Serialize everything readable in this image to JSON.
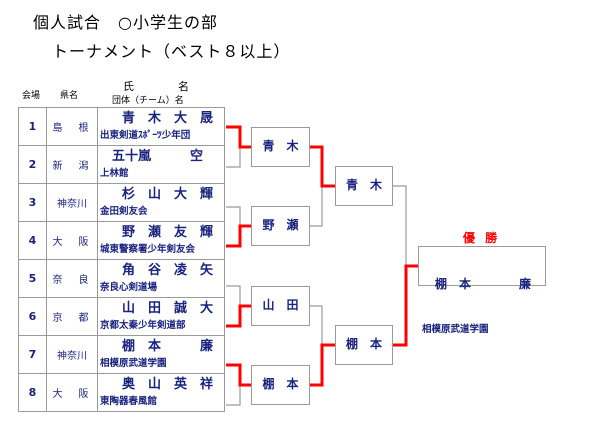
{
  "title": {
    "line1": "個人試合　○小学生の部",
    "line2": "トーナメント（ベスト８以上）"
  },
  "headers": {
    "venue": "会場",
    "prefecture": "県名",
    "name": "氏　　　　名",
    "team": "団体（チーム）名"
  },
  "entries": [
    {
      "venue": "1",
      "prefecture": "島　根",
      "name": "青　木　大　晟",
      "team": "出東剣道ｽﾎﾟｰﾂ少年団"
    },
    {
      "venue": "2",
      "prefecture": "新　潟",
      "name": "五十嵐　　　空",
      "team": "上林館"
    },
    {
      "venue": "3",
      "prefecture": "神奈川",
      "name": "杉　山　大　輝",
      "team": "金田剣友会"
    },
    {
      "venue": "4",
      "prefecture": "大　阪",
      "name": "野　瀬　友　輝",
      "team": "城東警察署少年剣友会"
    },
    {
      "venue": "5",
      "prefecture": "奈　良",
      "name": "角　谷　凌　矢",
      "team": "奈良心剣道場"
    },
    {
      "venue": "6",
      "prefecture": "京　都",
      "name": "山　田　誠　大",
      "team": "京都太秦少年剣道部"
    },
    {
      "venue": "7",
      "prefecture": "神奈川",
      "name": "棚　本　　　廉",
      "team": "相模原武道学園"
    },
    {
      "venue": "8",
      "prefecture": "大　阪",
      "name": "奥　山　英　祥",
      "team": "東陶器春風館"
    }
  ],
  "quarterfinal_winners": [
    "青　木",
    "野　瀬",
    "山　田",
    "棚　本"
  ],
  "semifinal_winners": [
    "青　木",
    "棚　本"
  ],
  "champion": {
    "label": "優 勝",
    "name": "棚　本　　　　廉",
    "team": "相模原武道学園"
  },
  "colors": {
    "winner_line": "#ff0000",
    "bracket_line": "#9a9a9a",
    "text": "#1a237e"
  }
}
